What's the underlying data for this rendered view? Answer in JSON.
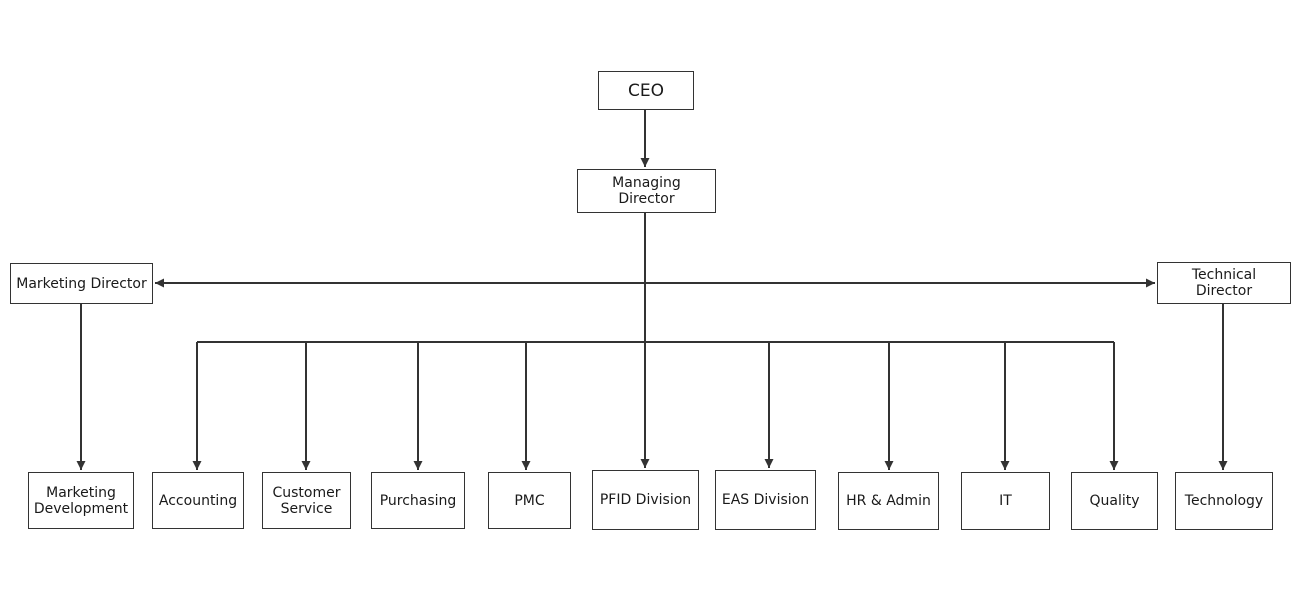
{
  "org_chart": {
    "ceo": "CEO",
    "managing_director": "Managing Director",
    "marketing_director": "Marketing Director",
    "technical_director": "Technical Director",
    "marketing_development": "Marketing\nDevelopment",
    "accounting": "Accounting",
    "customer_service": "Customer\nService",
    "purchasing": "Purchasing",
    "pmc": "PMC",
    "pfid_division": "PFID Division",
    "eas_division": "EAS Division",
    "hr_admin": "HR & Admin",
    "it": "IT",
    "quality": "Quality",
    "technology": "Technology"
  },
  "colors": {
    "line": "#333333",
    "box_border": "#333333",
    "text": "#1a1a1a"
  }
}
